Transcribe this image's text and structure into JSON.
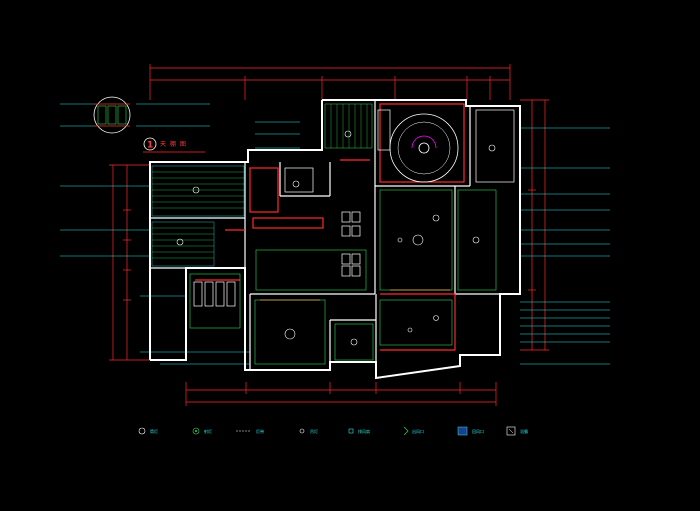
{
  "drawing": {
    "title_number": "1",
    "title_text": "天 棚 图",
    "colors": {
      "background": "#000000",
      "dimension": "#ff2a2a",
      "wall": "#ffffff",
      "annotation": "#29e6e6",
      "furniture": "#2fd94f",
      "lighting": "#ffffff",
      "accent": "#ff00ff"
    },
    "legend": [
      {
        "icon": "downlight-icon",
        "label": "筒灯"
      },
      {
        "icon": "spotlight-icon",
        "label": "射灯"
      },
      {
        "icon": "strip-light-icon",
        "label": "灯带"
      },
      {
        "icon": "pendant-icon",
        "label": "吊灯"
      },
      {
        "icon": "fan-icon",
        "label": "排风扇"
      },
      {
        "icon": "arrow-icon",
        "label": "出风口"
      },
      {
        "icon": "grille-icon",
        "label": "回风口"
      },
      {
        "icon": "heater-icon",
        "label": "浴霸"
      }
    ]
  }
}
